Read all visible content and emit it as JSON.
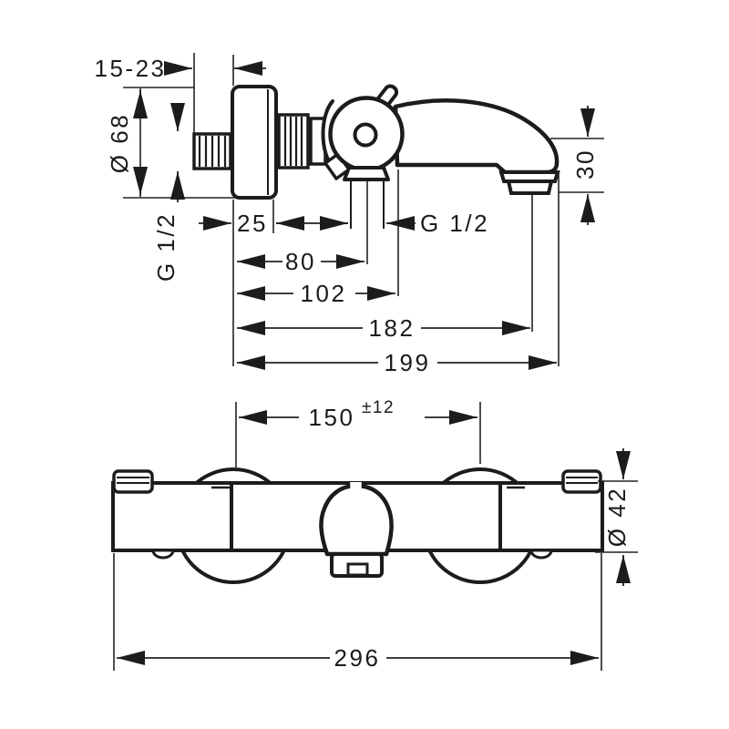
{
  "drawing": {
    "background": "#ffffff",
    "line_color": "#1c1c1c",
    "views": {
      "side_view": {
        "dims": {
          "wall_depth": "15-23",
          "escutcheon_diameter": "Ø 68",
          "inlet_thread": "G 1/2",
          "escutcheon_depth": "25",
          "outlet_thread": "G 1/2",
          "wall_to_outlet_center": "80",
          "wall_to_handle_front": "102",
          "wall_to_spout_outlet": "182",
          "total_projection": "199",
          "spout_outlet_height": "30"
        }
      },
      "front_view": {
        "dims": {
          "connection_centers": "150",
          "connection_tolerance": "±12",
          "body_diameter": "Ø 42",
          "overall_width": "296"
        }
      }
    }
  }
}
